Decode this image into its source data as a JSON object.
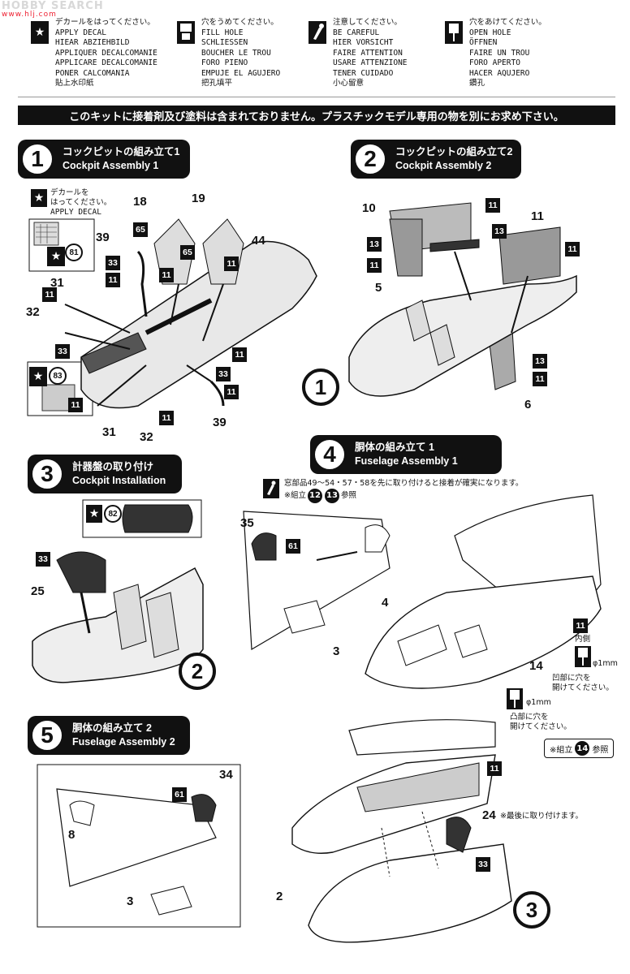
{
  "watermark": {
    "brand": "HOBBY SEARCH",
    "url": "www.hlj.com"
  },
  "legend": [
    {
      "icon": "star-icon",
      "lines": [
        "デカールをはってください。",
        "APPLY DECAL",
        "HIEAR ABZIEHBILD",
        "APPLIQUER DECALCOMANIE",
        "APPLICARE DECALCOMANIE",
        "PONER CALCOMANIA",
        "貼上水印紙"
      ]
    },
    {
      "icon": "fill-hole-icon",
      "lines": [
        "穴をうめてください。",
        "FILL HOLE",
        "SCHLIESSEN",
        "BOUCHER LE TROU",
        "FORO PIENO",
        "EMPUJE EL AGUJERO",
        "把孔填平"
      ]
    },
    {
      "icon": "careful-icon",
      "lines": [
        "注意してください。",
        "BE CAREFUL",
        "HIER VORSICHT",
        "FAIRE ATTENTION",
        "USARE ATTENZIONE",
        "TENER CUIDADO",
        "小心留意"
      ]
    },
    {
      "icon": "drill-icon",
      "lines": [
        "穴をあけてください。",
        "OPEN HOLE",
        "ÖFFNEN",
        "FAIRE UN TROU",
        "FORO APERTO",
        "HACER AQUJERO",
        "鑽孔"
      ]
    }
  ],
  "notice": "このキットに接着剤及び塗料は含まれておりません。プラスチックモデル専用の物を別にお求め下さい。",
  "steps": [
    {
      "num": "1",
      "jp": "コックピットの組み立て1",
      "en": "Cockpit Assembly 1"
    },
    {
      "num": "2",
      "jp": "コックピットの組み立て2",
      "en": "Cockpit Assembly 2"
    },
    {
      "num": "3",
      "jp": "計器盤の取り付け",
      "en": "Cockpit Installation"
    },
    {
      "num": "4",
      "jp": "胴体の組み立て 1",
      "en": "Fuselage Assembly 1"
    },
    {
      "num": "5",
      "jp": "胴体の組み立て 2",
      "en": "Fuselage Assembly 2"
    }
  ],
  "step1": {
    "decal_note": [
      "デカールを",
      "はってください。",
      "APPLY DECAL"
    ],
    "decals": [
      "81",
      "83"
    ],
    "parts": [
      "18",
      "19",
      "39",
      "44",
      "31",
      "32",
      "33",
      "11",
      "65",
      "39",
      "31",
      "32",
      "33",
      "11",
      "11",
      "11",
      "11",
      "11",
      "11"
    ]
  },
  "step2": {
    "parts": [
      "10",
      "11",
      "13",
      "11",
      "13",
      "5",
      "11",
      "13",
      "11",
      "6",
      "11"
    ],
    "ref": "1"
  },
  "step3": {
    "decal": "82",
    "parts": [
      "33",
      "25"
    ],
    "ref": "2"
  },
  "step4": {
    "note_line1": "窓部品49～54・57・58を先に取り付けると接着が確実になります。",
    "note_line2": "※組立",
    "note_refs": [
      "12",
      "13"
    ],
    "note_suffix": "参照",
    "parts": [
      "35",
      "61",
      "4",
      "3",
      "11",
      "14"
    ],
    "inside": "内側",
    "drill_size": "1mm",
    "phi": "φ",
    "drill_note_1": [
      "凹部に穴を",
      "開けてください。"
    ],
    "drill_note_2": [
      "凸部に穴を",
      "開けてください。"
    ],
    "see": {
      "prefix": "※組立",
      "num": "14",
      "suffix": "参照"
    }
  },
  "step5": {
    "parts": [
      "34",
      "61",
      "8",
      "3",
      "11",
      "24",
      "33",
      "2"
    ],
    "last_note": "※最後に取り付けます。",
    "ref": "3"
  }
}
